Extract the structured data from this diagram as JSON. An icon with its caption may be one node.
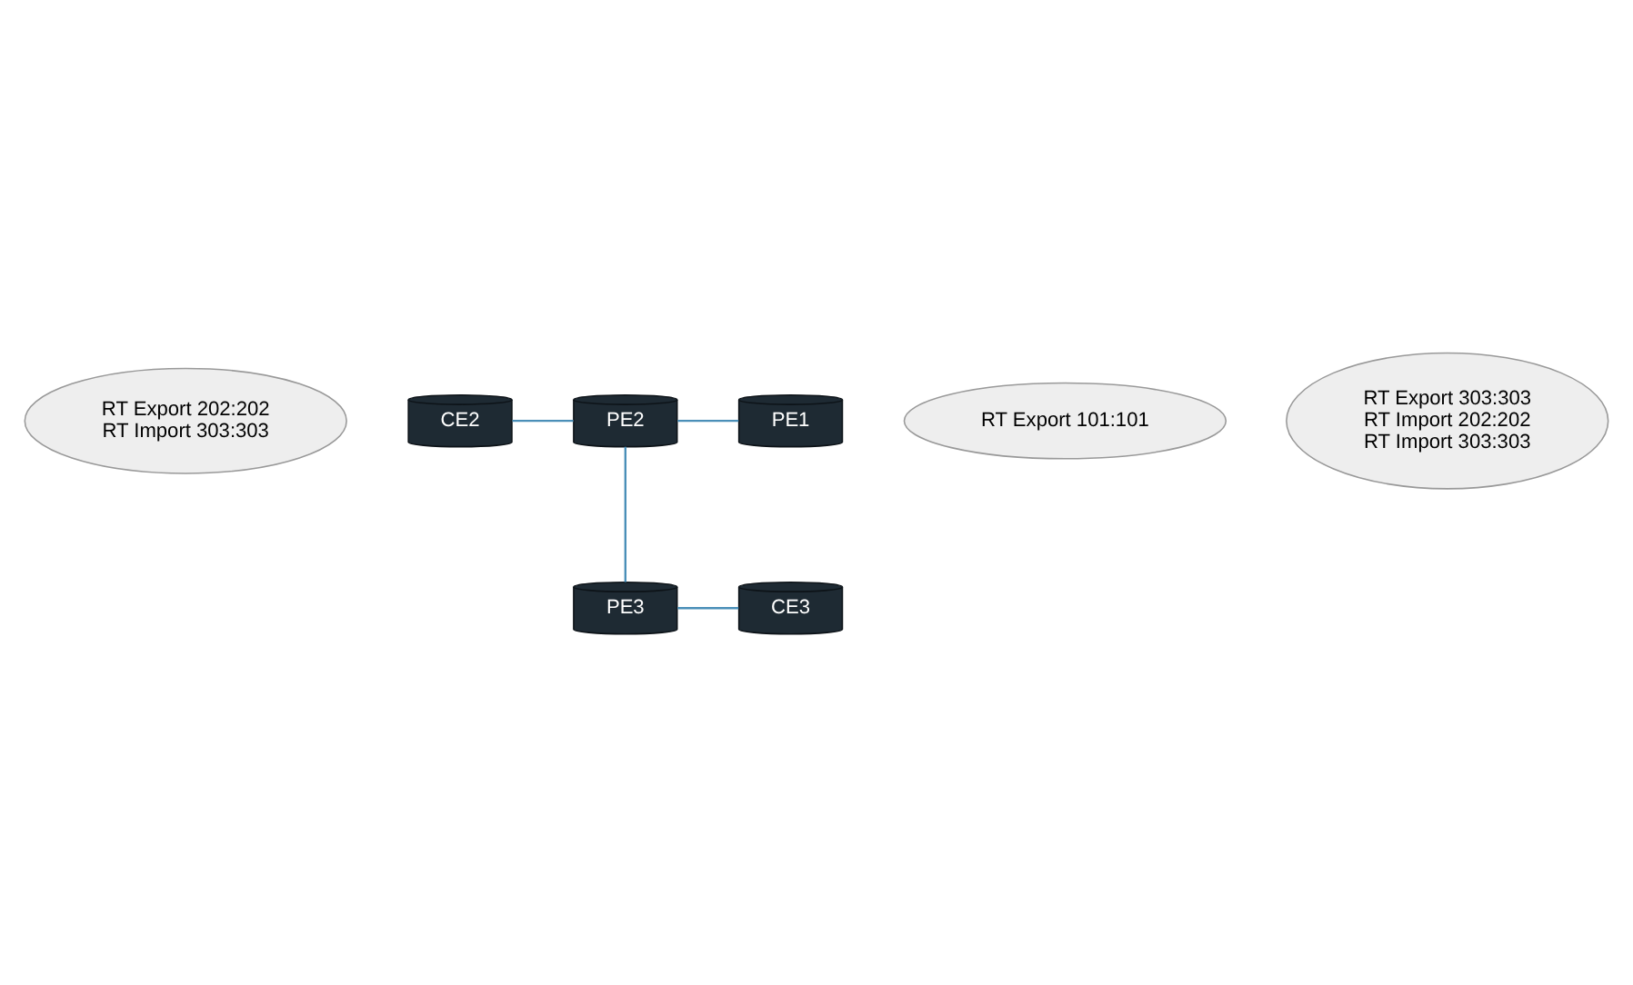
{
  "diagram": {
    "nodes": [
      {
        "text": [
          "RT Export 202:202",
          "RT Import 303:303"
        ]
      },
      {
        "text": [
          "CE2"
        ]
      },
      {
        "text": [
          "PE2"
        ]
      },
      {
        "text": [
          "PE1"
        ]
      },
      {
        "text": [
          "RT Export 101:101"
        ]
      },
      {
        "text": [
          "PE3"
        ]
      },
      {
        "text": [
          "CE3"
        ]
      },
      {
        "text": [
          "RT Export 303:303",
          "RT Import 202:202",
          "RT Import 303:303"
        ]
      }
    ],
    "edges": [
      {
        "from": 1,
        "to": 2,
        "arrow": "none"
      },
      {
        "from": 2,
        "to": 3,
        "arrow": "none"
      },
      {
        "from": 2,
        "to": 5,
        "arrow": "none"
      },
      {
        "from": 5,
        "to": 6,
        "arrow": "none"
      }
    ]
  }
}
